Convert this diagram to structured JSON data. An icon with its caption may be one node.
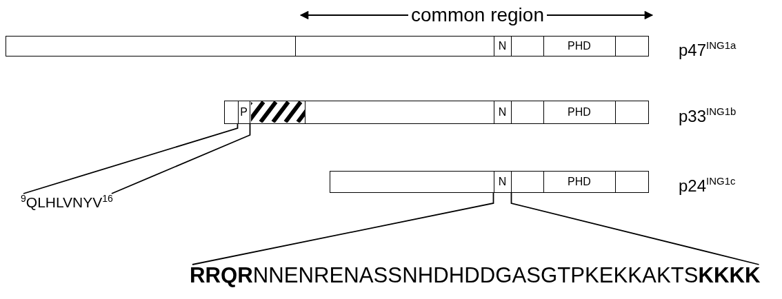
{
  "diagram": {
    "nodes": [
      {
        "text": [],
        "shape": "bar",
        "beside": [
          "p47$^{ING1a}$"
        ]
      },
      {
        "text": [
          "N"
        ],
        "in": 0
      },
      {
        "text": [
          "PHD"
        ],
        "in": 0
      },
      {
        "text": [],
        "shape": "bar",
        "beside": [
          "p33$^{ING1b}$"
        ]
      },
      {
        "text": [
          "P"
        ],
        "in": 3
      },
      {
        "text": [
          "N"
        ],
        "in": 3
      },
      {
        "text": [
          "PHD"
        ],
        "in": 3
      },
      {
        "text": [],
        "shape": "bar",
        "beside": [
          "p24$^{ING1c}$"
        ]
      },
      {
        "text": [
          "N"
        ],
        "in": 7
      },
      {
        "text": [
          "PHD"
        ],
        "in": 7
      },
      {
        "text": [
          "$^{9}$QLHLVNYV$^{16}$"
        ]
      },
      {
        "text": [
          "**RRQR**NNENRENASSNHDHDDGASGTPKEKKAKTS**KKKK**"
        ]
      }
    ],
    "edges": [
      {
        "from": 4,
        "to": 10,
        "arrow": "none"
      },
      {
        "from": 4,
        "to": 10,
        "arrow": "none"
      },
      {
        "from": 8,
        "to": 11,
        "arrow": "none"
      },
      {
        "from": 8,
        "to": 11,
        "arrow": "none"
      }
    ],
    "labels": [
      "common region"
    ]
  }
}
